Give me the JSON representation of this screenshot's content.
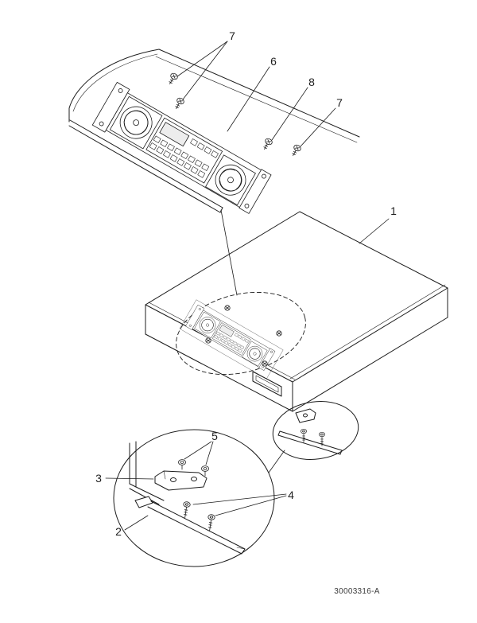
{
  "diagram": {
    "type": "exploded-parts-diagram",
    "background_color": "#ffffff",
    "line_color": "#1c1c1c",
    "part_number": "30003316-A",
    "callouts": [
      {
        "id": "callout-7-upper",
        "label": "7"
      },
      {
        "id": "callout-6",
        "label": "6"
      },
      {
        "id": "callout-8",
        "label": "8"
      },
      {
        "id": "callout-7-right",
        "label": "7"
      },
      {
        "id": "callout-1",
        "label": "1"
      },
      {
        "id": "callout-5",
        "label": "5"
      },
      {
        "id": "callout-3",
        "label": "3"
      },
      {
        "id": "callout-4",
        "label": "4"
      },
      {
        "id": "callout-2",
        "label": "2"
      }
    ]
  }
}
